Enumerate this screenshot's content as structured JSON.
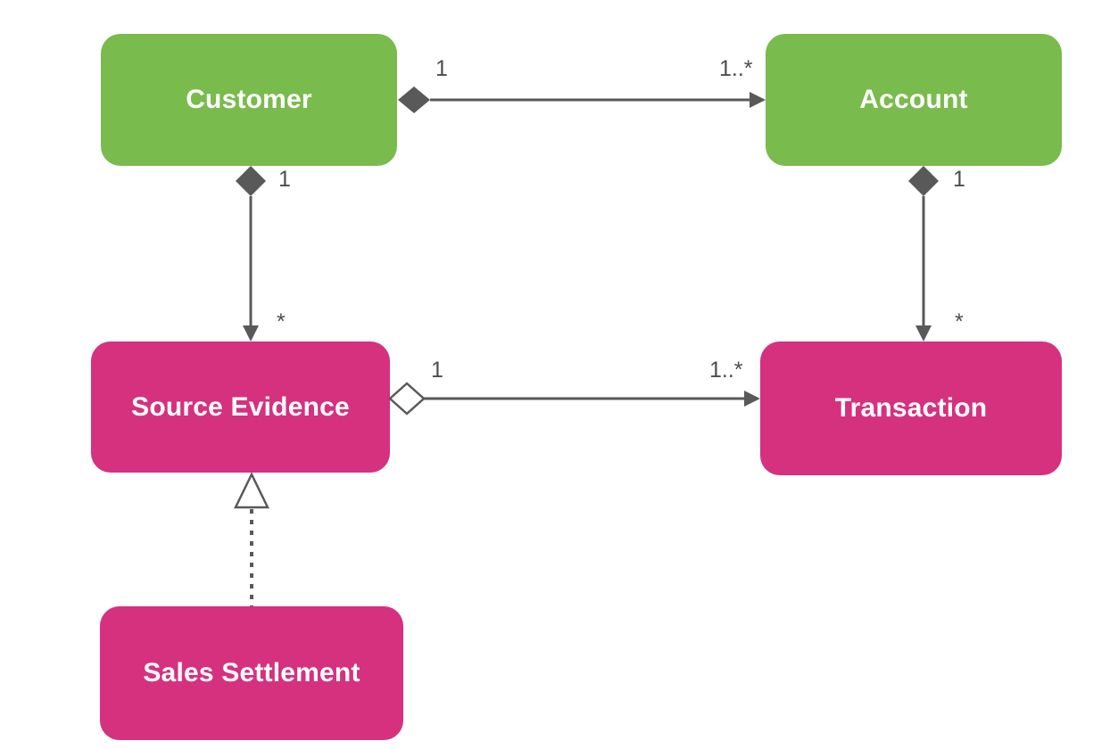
{
  "diagram": {
    "kind": "uml-class-diagram",
    "background": "#FFFFFF",
    "colors": {
      "node_green": "#7ABB4D",
      "node_pink": "#D5317E",
      "connector_gray": "#595959",
      "multiplicity_text": "#4D4D4D",
      "node_text": "#FFFFFF"
    },
    "nodes": [
      {
        "id": "customer",
        "label": "Customer",
        "color": "#7ABB4D"
      },
      {
        "id": "account",
        "label": "Account",
        "color": "#7ABB4D"
      },
      {
        "id": "source-evidence",
        "label": "Source Evidence",
        "color": "#D5317E"
      },
      {
        "id": "transaction",
        "label": "Transaction",
        "color": "#D5317E"
      },
      {
        "id": "sales-settlement",
        "label": "Sales Settlement",
        "color": "#D5317E"
      }
    ],
    "edges": [
      {
        "from": "Customer",
        "to": "Account",
        "type": "composition",
        "source_label": "1",
        "target_label": "1..*"
      },
      {
        "from": "Customer",
        "to": "Source Evidence",
        "type": "composition",
        "source_label": "1",
        "target_label": "*"
      },
      {
        "from": "Account",
        "to": "Transaction",
        "type": "composition",
        "source_label": "1",
        "target_label": "*"
      },
      {
        "from": "Source Evidence",
        "to": "Transaction",
        "type": "aggregation",
        "source_label": "1",
        "target_label": "1..*"
      },
      {
        "from": "Sales Settlement",
        "to": "Source Evidence",
        "type": "generalization"
      }
    ]
  }
}
